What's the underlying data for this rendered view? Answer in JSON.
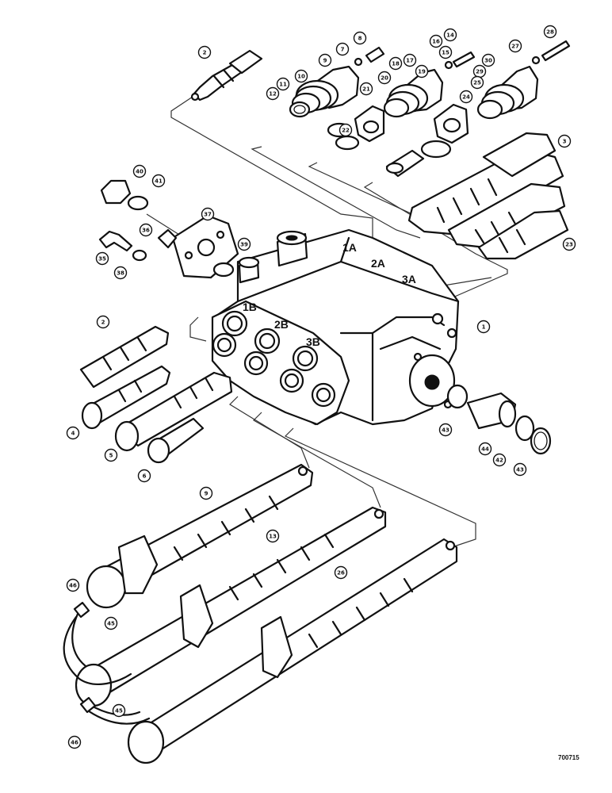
{
  "figure_ref": "700715",
  "port_labels": [
    "1A",
    "2A",
    "3A",
    "1B",
    "2B",
    "3B"
  ],
  "callouts": [
    "2",
    "8",
    "7",
    "9",
    "10",
    "11",
    "12",
    "22",
    "21",
    "20",
    "18",
    "17",
    "16",
    "14",
    "15",
    "19",
    "29",
    "30",
    "27",
    "28",
    "25",
    "24",
    "23",
    "3",
    "40",
    "41",
    "37",
    "36",
    "39",
    "35",
    "38",
    "1",
    "2",
    "4",
    "5",
    "6",
    "43",
    "44",
    "42",
    "43",
    "9",
    "13",
    "26",
    "46",
    "45",
    "45",
    "46"
  ]
}
